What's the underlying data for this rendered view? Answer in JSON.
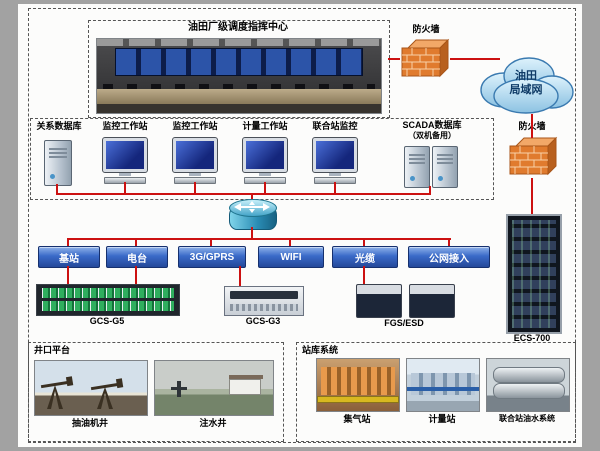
{
  "page": {
    "control_center": {
      "title": "油田厂级调度指挥中心"
    },
    "firewall_top": {
      "label": "防火墙"
    },
    "firewall_right": {
      "label": "防火墙"
    },
    "cloud": {
      "line1": "油田",
      "line2": "局域网"
    },
    "workstations": {
      "items": [
        {
          "label": "关系数据库"
        },
        {
          "label": "监控工作站"
        },
        {
          "label": "监控工作站"
        },
        {
          "label": "计量工作站"
        },
        {
          "label": "联合站监控"
        }
      ],
      "scada": {
        "label": "SCADA数据库",
        "sublabel": "（双机备用）"
      }
    },
    "links": [
      {
        "label": "基站"
      },
      {
        "label": "电台"
      },
      {
        "label": "3G/GPRS"
      },
      {
        "label": "WIFI"
      },
      {
        "label": "光缆"
      },
      {
        "label": "公网接入"
      }
    ],
    "devices": [
      {
        "label": "GCS-G5"
      },
      {
        "label": "GCS-G3"
      },
      {
        "label": "FGS/ESD"
      },
      {
        "label": "ECS-700"
      }
    ],
    "wellhead_box": {
      "title": "井口平台",
      "items": [
        {
          "label": "抽油机井"
        },
        {
          "label": "注水井"
        }
      ]
    },
    "station_box": {
      "title": "站库系统",
      "items": [
        {
          "label": "集气站"
        },
        {
          "label": "计量站"
        },
        {
          "label": "联合站油水系统"
        }
      ]
    },
    "colors": {
      "line": "#cc1111",
      "link_box": "#3a6ac8",
      "cloud_fill": "#b9e2f6"
    }
  }
}
